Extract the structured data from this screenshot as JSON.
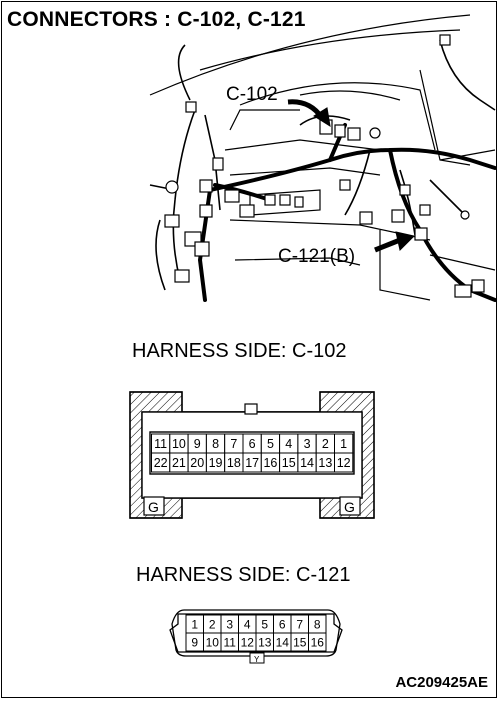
{
  "title": "CONNECTORS : C-102, C-121",
  "illustration": {
    "callout_c102": "C-102",
    "callout_c121": "C-121(B)"
  },
  "connector_c102": {
    "label": "HARNESS SIDE: C-102",
    "row1": [
      "11",
      "10",
      "9",
      "8",
      "7",
      "6",
      "5",
      "4",
      "3",
      "2",
      "1"
    ],
    "row2": [
      "22",
      "21",
      "20",
      "19",
      "18",
      "17",
      "16",
      "15",
      "14",
      "13",
      "12"
    ],
    "left_marker": "G",
    "right_marker": "G"
  },
  "connector_c121": {
    "label": "HARNESS SIDE: C-121",
    "row1": [
      "1",
      "2",
      "3",
      "4",
      "5",
      "6",
      "7",
      "8"
    ],
    "row2": [
      "9",
      "10",
      "11",
      "12",
      "13",
      "14",
      "15",
      "16"
    ],
    "key_marker": "Y"
  },
  "figure_code": "AC209425AE"
}
